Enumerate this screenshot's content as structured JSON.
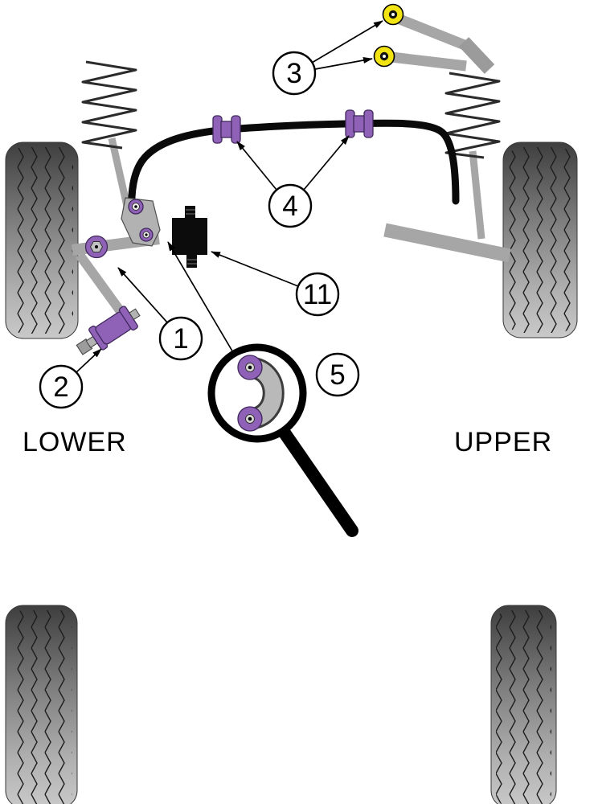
{
  "labels": {
    "lower": "LOWER",
    "upper": "UPPER"
  },
  "callouts": [
    {
      "label": "1"
    },
    {
      "label": "2"
    },
    {
      "label": "3"
    },
    {
      "label": "4"
    },
    {
      "label": "5"
    },
    {
      "label": "11"
    }
  ],
  "colors": {
    "bush_purple": "#8F62B8",
    "bush_yellow": "#F2E412",
    "metal_gray": "#A6A6A6",
    "tire_gray_dark": "#4A4A4A",
    "tire_gray_light": "#C6C6C6",
    "line_black": "#000000",
    "background": "#FFFFFF"
  }
}
